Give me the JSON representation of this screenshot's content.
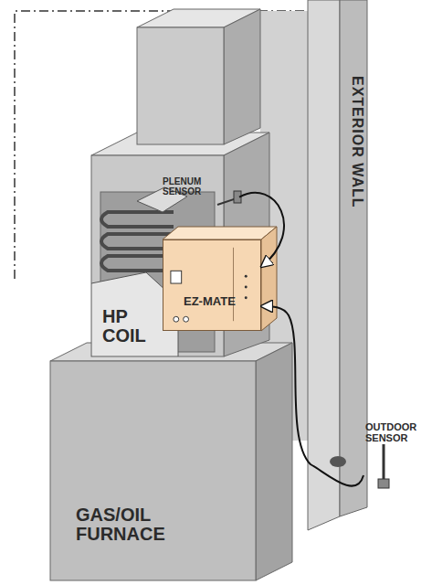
{
  "diagram": {
    "nodes": [
      {
        "text": [
          "EXTERIOR WALL"
        ]
      },
      {
        "text": [
          "PLENUM SENSOR"
        ]
      },
      {
        "text": [
          "HP COIL"
        ]
      },
      {
        "text": [
          "EZ-MATE"
        ]
      },
      {
        "text": [
          "OUTDOOR SENSOR"
        ]
      },
      {
        "text": [
          "GAS/OIL FURNACE"
        ]
      }
    ],
    "edges": [
      {
        "from": 1,
        "to": 3,
        "arrow": "to"
      },
      {
        "from": 4,
        "to": 3,
        "arrow": "to"
      }
    ]
  }
}
